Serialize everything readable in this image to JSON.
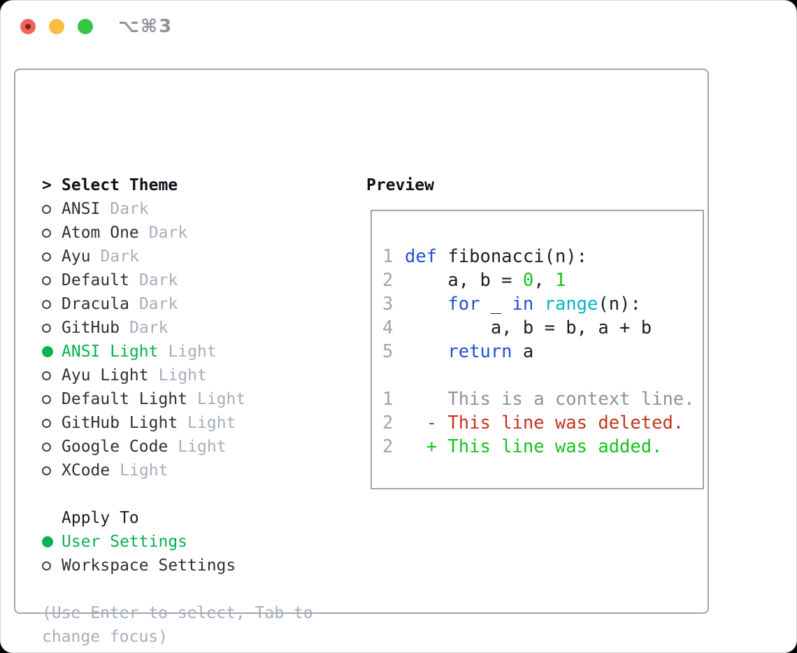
{
  "colors": {
    "green_ui": "#07b350",
    "green_code": "#17c01d",
    "blue": "#2150d7",
    "cyan": "#09b3c5",
    "red": "#c8331e",
    "border_gray": "#9ba6b2"
  },
  "titlebar": {
    "shortcut": "⌥⌘3",
    "buttons": [
      "close",
      "minimize",
      "zoom"
    ]
  },
  "theme_panel": {
    "header_marker": ">",
    "header": "Select Theme",
    "items": [
      {
        "name": "ANSI",
        "variant": "Dark",
        "selected": false
      },
      {
        "name": "Atom One",
        "variant": "Dark",
        "selected": false
      },
      {
        "name": "Ayu",
        "variant": "Dark",
        "selected": false
      },
      {
        "name": "Default",
        "variant": "Dark",
        "selected": false
      },
      {
        "name": "Dracula",
        "variant": "Dark",
        "selected": false
      },
      {
        "name": "GitHub",
        "variant": "Dark",
        "selected": false
      },
      {
        "name": "ANSI Light",
        "variant": "Light",
        "selected": true
      },
      {
        "name": "Ayu Light",
        "variant": "Light",
        "selected": false
      },
      {
        "name": "Default Light",
        "variant": "Light",
        "selected": false
      },
      {
        "name": "GitHub Light",
        "variant": "Light",
        "selected": false
      },
      {
        "name": "Google Code",
        "variant": "Light",
        "selected": false
      },
      {
        "name": "XCode",
        "variant": "Light",
        "selected": false
      }
    ],
    "apply_header": "Apply To",
    "apply_options": [
      {
        "label": "User Settings",
        "selected": true
      },
      {
        "label": "Workspace Settings",
        "selected": false
      }
    ],
    "help_lines": [
      "(Use Enter to select, Tab to",
      "change focus)"
    ]
  },
  "preview": {
    "title": "Preview",
    "code_lines": [
      {
        "num": "1",
        "segments": [
          {
            "t": "def",
            "c": "kw"
          },
          {
            "t": " fibonacci(n):",
            "c": "pl"
          }
        ]
      },
      {
        "num": "2",
        "segments": [
          {
            "t": "    a, b = ",
            "c": "pl"
          },
          {
            "t": "0",
            "c": "num"
          },
          {
            "t": ", ",
            "c": "pl"
          },
          {
            "t": "1",
            "c": "num"
          }
        ]
      },
      {
        "num": "3",
        "segments": [
          {
            "t": "    ",
            "c": "pl"
          },
          {
            "t": "for",
            "c": "kw"
          },
          {
            "t": " _ ",
            "c": "pl"
          },
          {
            "t": "in",
            "c": "kw"
          },
          {
            "t": " ",
            "c": "pl"
          },
          {
            "t": "range",
            "c": "fn"
          },
          {
            "t": "(n):",
            "c": "pl"
          }
        ]
      },
      {
        "num": "4",
        "segments": [
          {
            "t": "        a, b = b, a + b",
            "c": "pl"
          }
        ]
      },
      {
        "num": "5",
        "segments": [
          {
            "t": "    ",
            "c": "pl"
          },
          {
            "t": "return",
            "c": "kw"
          },
          {
            "t": " a",
            "c": "pl"
          }
        ]
      }
    ],
    "diff_lines": [
      {
        "num": "1",
        "text": "    This is a context line.",
        "kind": "context"
      },
      {
        "num": "2",
        "text": "  - This line was deleted.",
        "kind": "deleted"
      },
      {
        "num": "2",
        "text": "  + This line was added.",
        "kind": "added"
      }
    ]
  }
}
